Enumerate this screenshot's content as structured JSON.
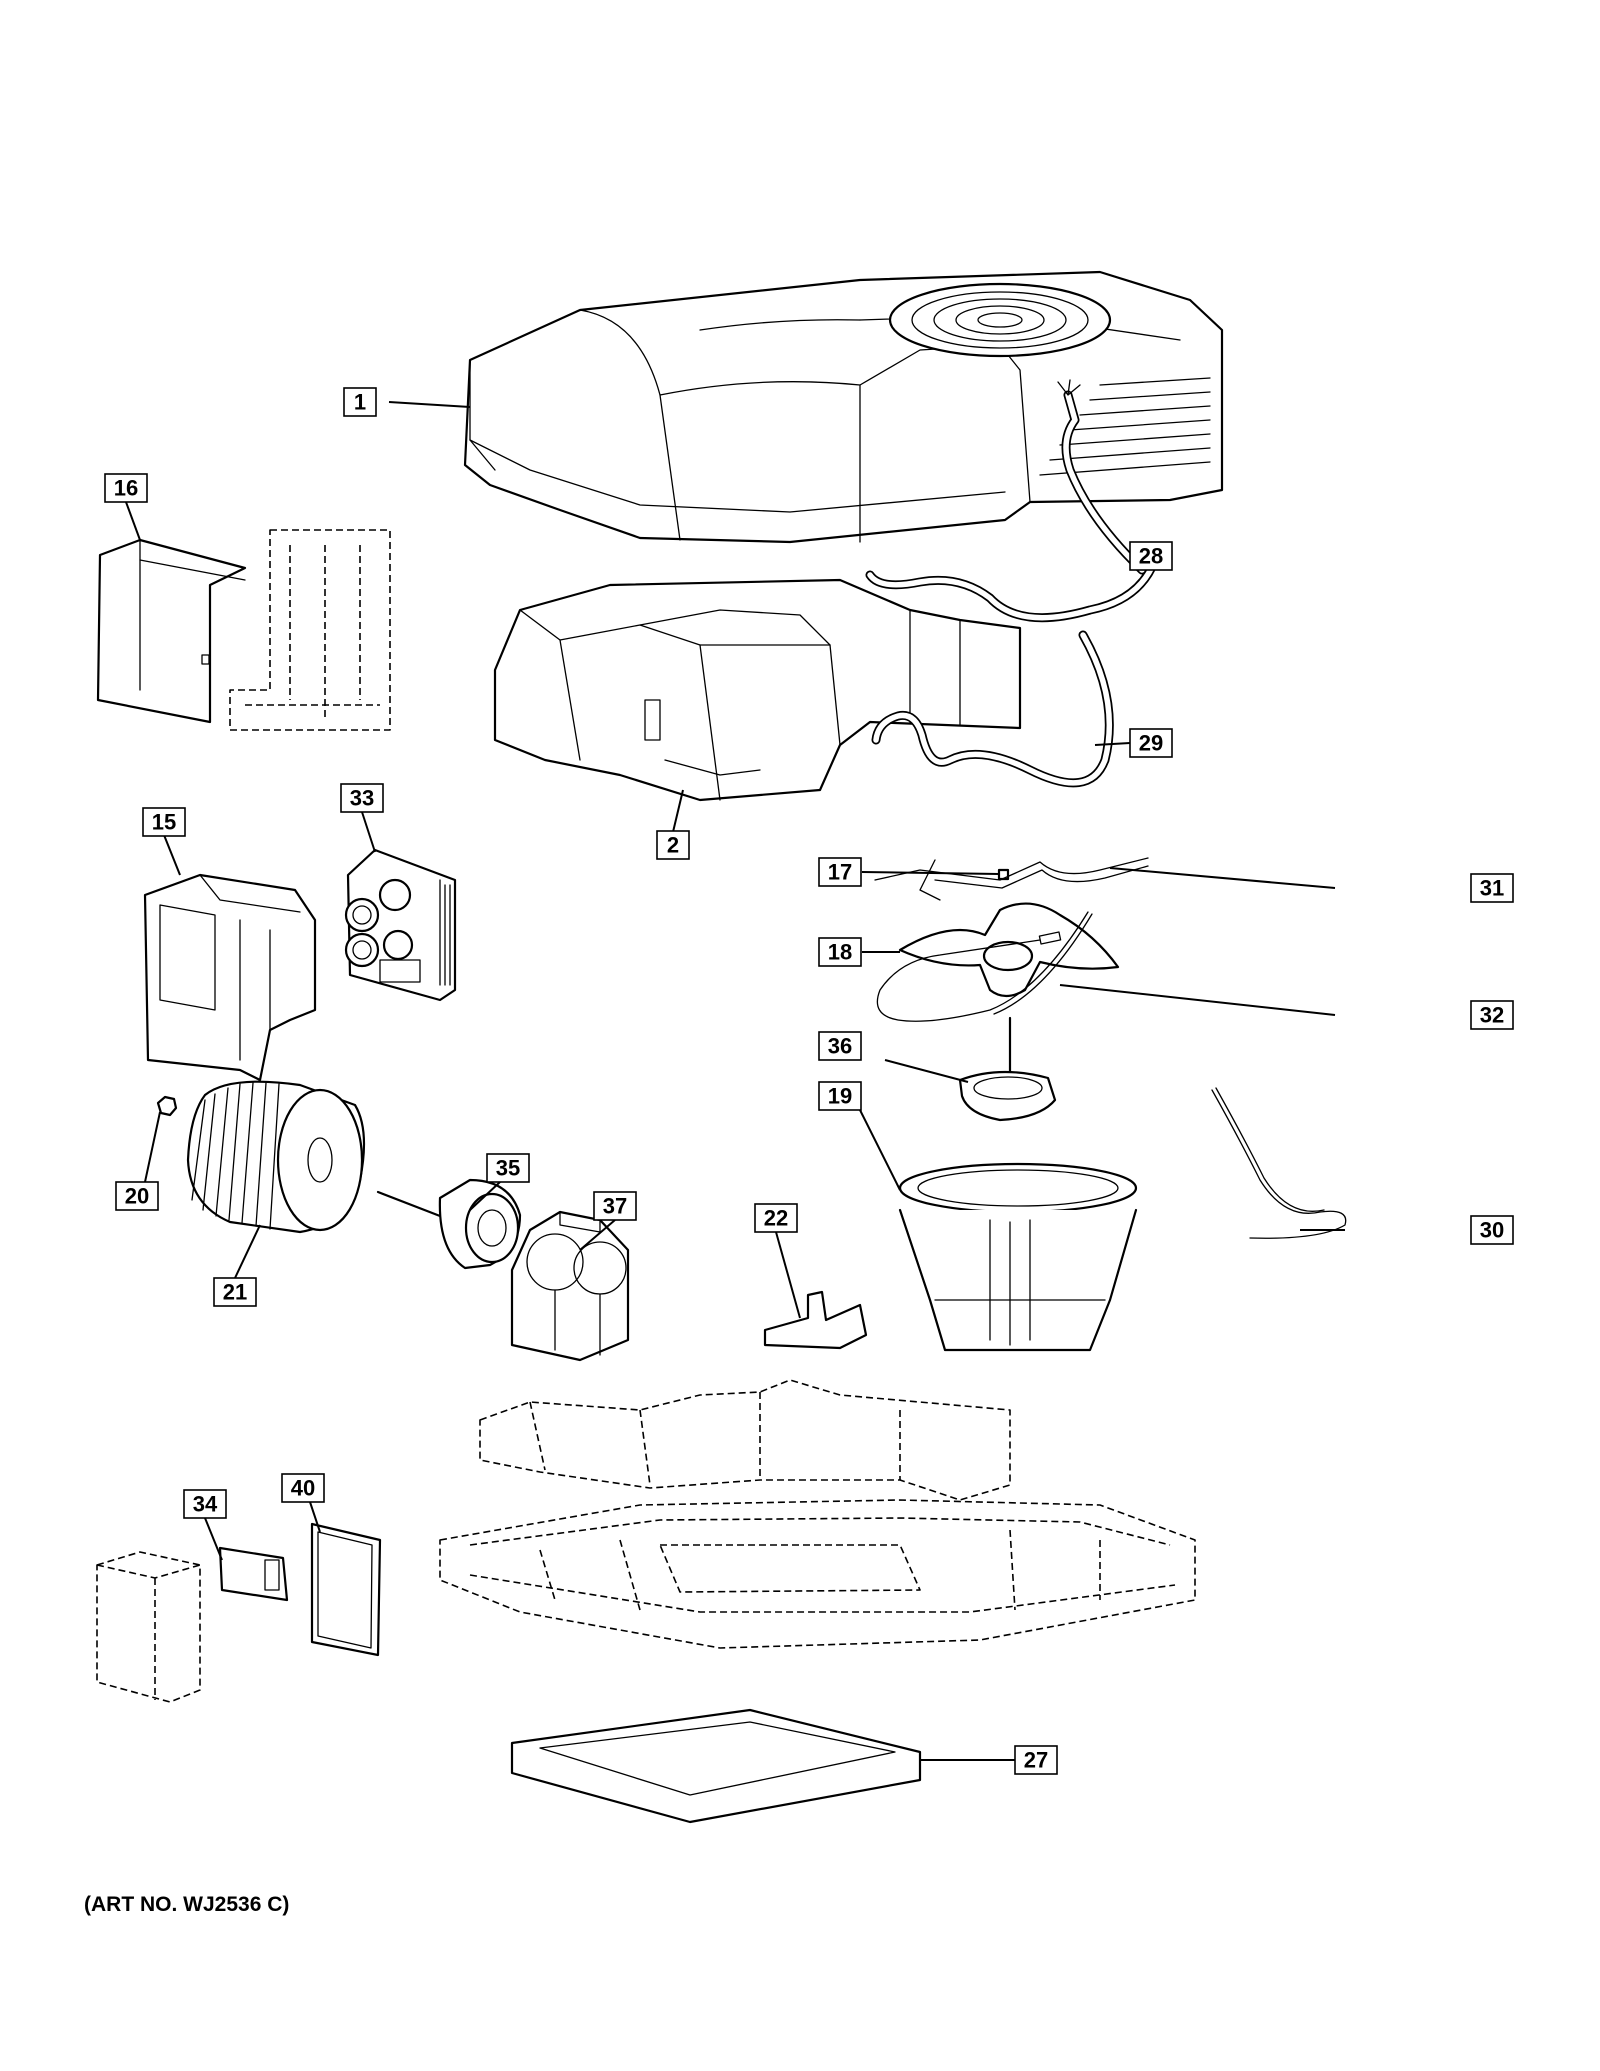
{
  "callouts": [
    {
      "id": "c1",
      "label": "1"
    },
    {
      "id": "c2",
      "label": "2"
    },
    {
      "id": "c15",
      "label": "15"
    },
    {
      "id": "c16",
      "label": "16"
    },
    {
      "id": "c17",
      "label": "17"
    },
    {
      "id": "c18",
      "label": "18"
    },
    {
      "id": "c19",
      "label": "19"
    },
    {
      "id": "c20",
      "label": "20"
    },
    {
      "id": "c21",
      "label": "21"
    },
    {
      "id": "c22",
      "label": "22"
    },
    {
      "id": "c27",
      "label": "27"
    },
    {
      "id": "c28",
      "label": "28"
    },
    {
      "id": "c29",
      "label": "29"
    },
    {
      "id": "c30",
      "label": "30"
    },
    {
      "id": "c31",
      "label": "31"
    },
    {
      "id": "c32",
      "label": "32"
    },
    {
      "id": "c33",
      "label": "33"
    },
    {
      "id": "c34",
      "label": "34"
    },
    {
      "id": "c35",
      "label": "35"
    },
    {
      "id": "c36",
      "label": "36"
    },
    {
      "id": "c37",
      "label": "37"
    },
    {
      "id": "c40",
      "label": "40"
    }
  ],
  "art_number": "(ART NO. WJ2536 C)"
}
